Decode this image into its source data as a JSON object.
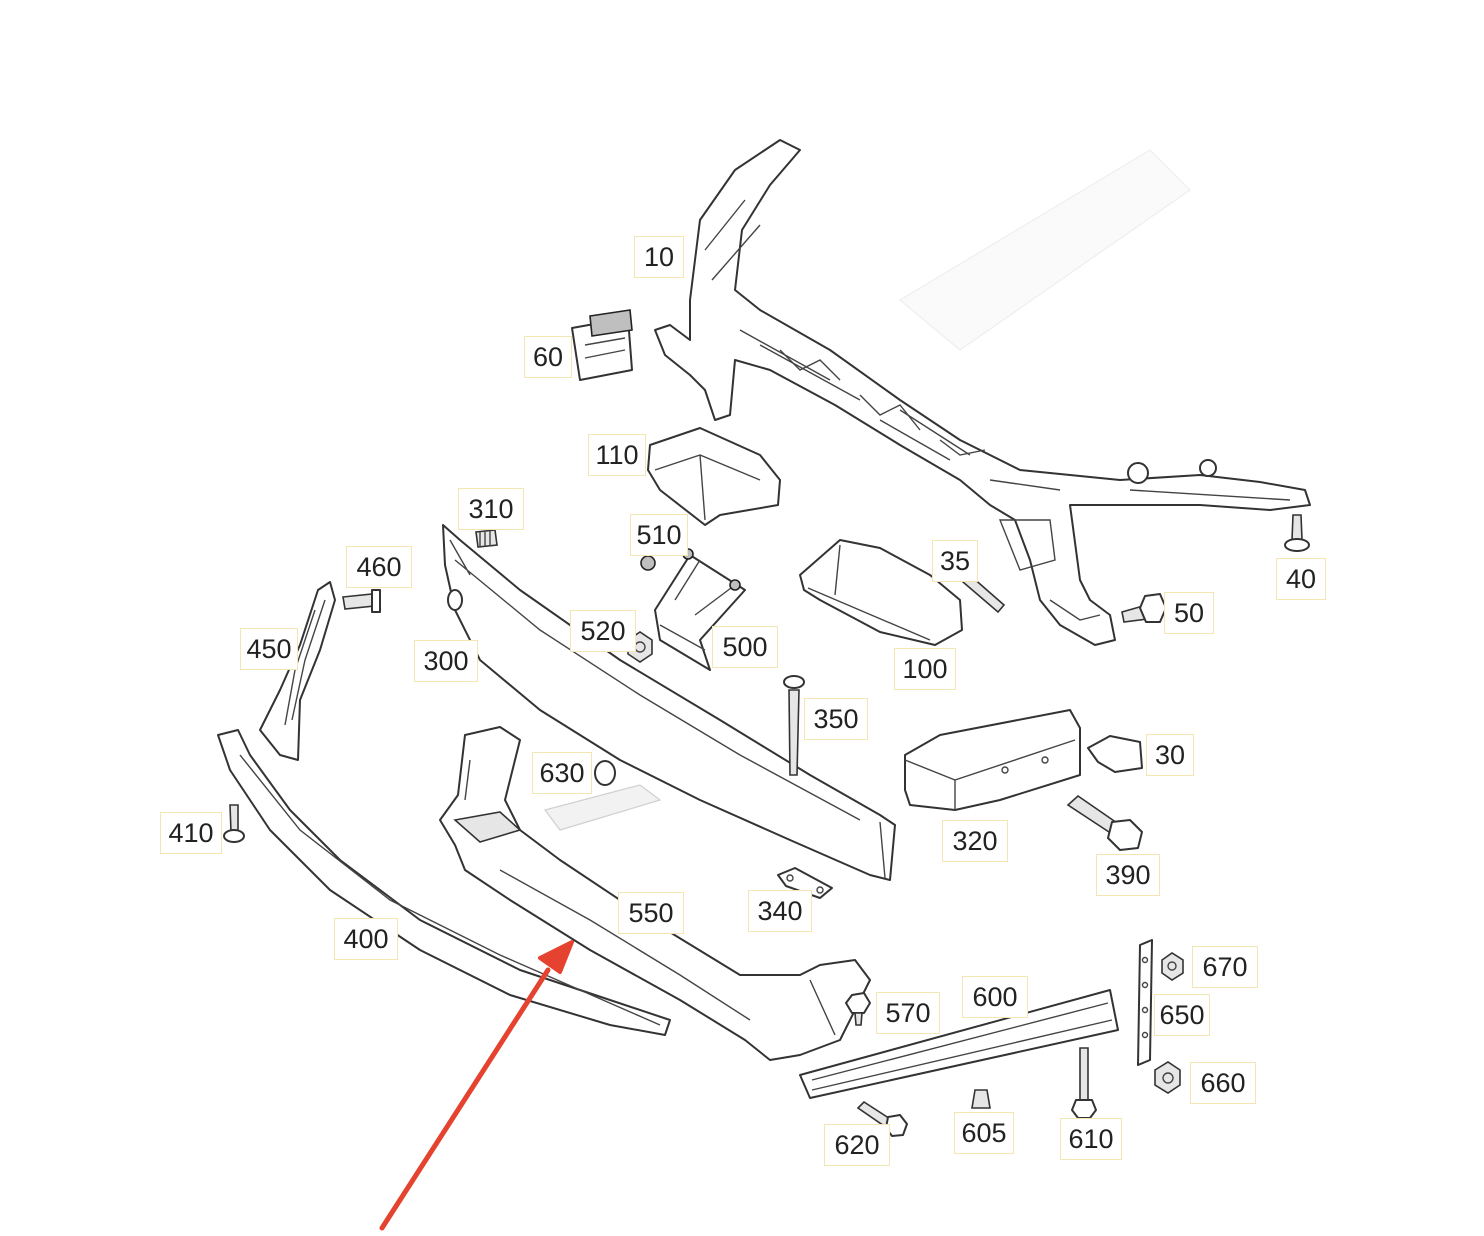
{
  "diagram": {
    "parts": [
      {
        "id": "p10",
        "label": "10"
      },
      {
        "id": "p60",
        "label": "60"
      },
      {
        "id": "p110",
        "label": "110"
      },
      {
        "id": "p310",
        "label": "310"
      },
      {
        "id": "p510",
        "label": "510"
      },
      {
        "id": "p35",
        "label": "35"
      },
      {
        "id": "p40",
        "label": "40"
      },
      {
        "id": "p50",
        "label": "50"
      },
      {
        "id": "p460",
        "label": "460"
      },
      {
        "id": "p450",
        "label": "450"
      },
      {
        "id": "p300",
        "label": "300"
      },
      {
        "id": "p520",
        "label": "520"
      },
      {
        "id": "p500",
        "label": "500"
      },
      {
        "id": "p100",
        "label": "100"
      },
      {
        "id": "p350",
        "label": "350"
      },
      {
        "id": "p30",
        "label": "30"
      },
      {
        "id": "p630",
        "label": "630"
      },
      {
        "id": "p410",
        "label": "410"
      },
      {
        "id": "p320",
        "label": "320"
      },
      {
        "id": "p390",
        "label": "390"
      },
      {
        "id": "p340",
        "label": "340"
      },
      {
        "id": "p550",
        "label": "550"
      },
      {
        "id": "p400",
        "label": "400"
      },
      {
        "id": "p670",
        "label": "670"
      },
      {
        "id": "p600",
        "label": "600"
      },
      {
        "id": "p570",
        "label": "570"
      },
      {
        "id": "p650",
        "label": "650"
      },
      {
        "id": "p660",
        "label": "660"
      },
      {
        "id": "p620",
        "label": "620"
      },
      {
        "id": "p605",
        "label": "605"
      },
      {
        "id": "p610",
        "label": "610"
      }
    ],
    "colors": {
      "line": "#333333",
      "callout_border": "#f3e6b3",
      "arrow": "#e5432f"
    },
    "highlight": {
      "target_part": "550",
      "icon": "red-arrow-icon"
    }
  }
}
